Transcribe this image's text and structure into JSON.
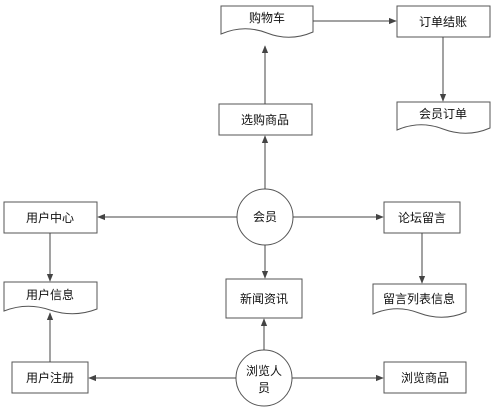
{
  "nodes": {
    "cart": "购物车",
    "checkout": "订单结账",
    "select_goods": "选购商品",
    "member_order": "会员订单",
    "user_center": "用户中心",
    "member": "会员",
    "forum": "论坛留言",
    "user_info": "用户信息",
    "news": "新闻资讯",
    "message_list": "留言列表信息",
    "user_register": "用户注册",
    "visitor_line1": "浏览人",
    "visitor_line2": "员",
    "browse_goods": "浏览商品"
  },
  "colors": {
    "stroke": "#555555",
    "fill": "#ffffff",
    "text": "#111111"
  }
}
